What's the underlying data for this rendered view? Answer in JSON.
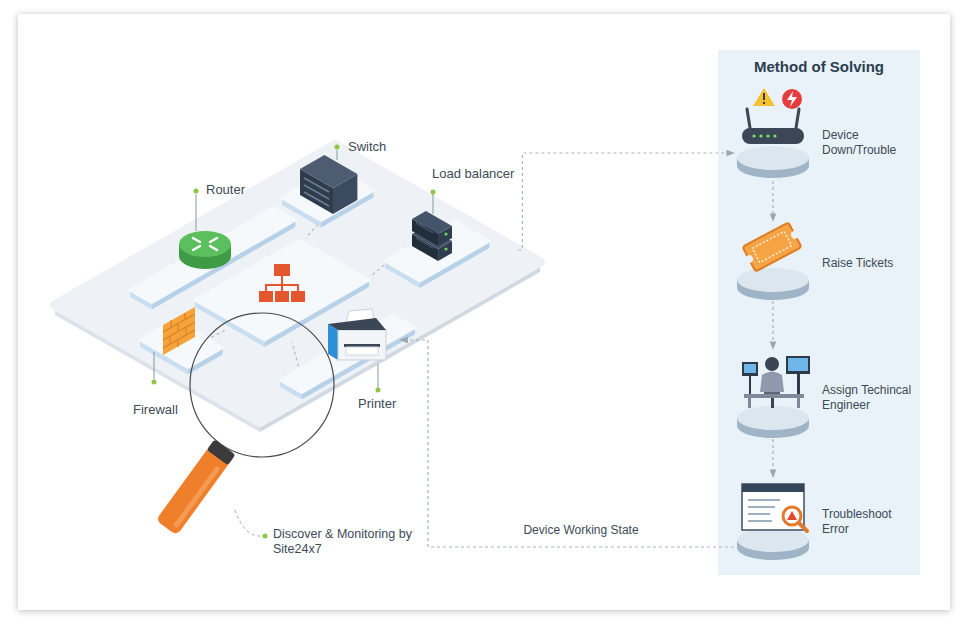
{
  "diagram": {
    "nodes": [
      {
        "text": [
          "Router"
        ]
      },
      {
        "text": [
          "Switch"
        ]
      },
      {
        "text": [
          "Load balancer"
        ]
      },
      {
        "text": [
          "Firewall"
        ]
      },
      {
        "text": [
          "Printer"
        ]
      },
      {
        "text": [
          "Method of Solving"
        ]
      },
      {
        "text": [
          "Device Down/Trouble"
        ],
        "in": 5
      },
      {
        "text": [
          "Raise Tickets"
        ],
        "in": 5
      },
      {
        "text": [
          "Assign Techincal Engineer"
        ],
        "in": 5
      },
      {
        "text": [
          "Troubleshoot Error"
        ],
        "in": 5
      }
    ],
    "edges": [
      {
        "from": 2,
        "to": 6,
        "arrow": "to"
      },
      {
        "from": 6,
        "to": 7,
        "arrow": "to"
      },
      {
        "from": 7,
        "to": 8,
        "arrow": "to"
      },
      {
        "from": 8,
        "to": 9,
        "arrow": "to"
      },
      {
        "from": 9,
        "to": 4,
        "label": "Device Working State",
        "arrow": "to"
      }
    ],
    "labels": [
      "Discover & Monitoring by Site24x7"
    ]
  }
}
